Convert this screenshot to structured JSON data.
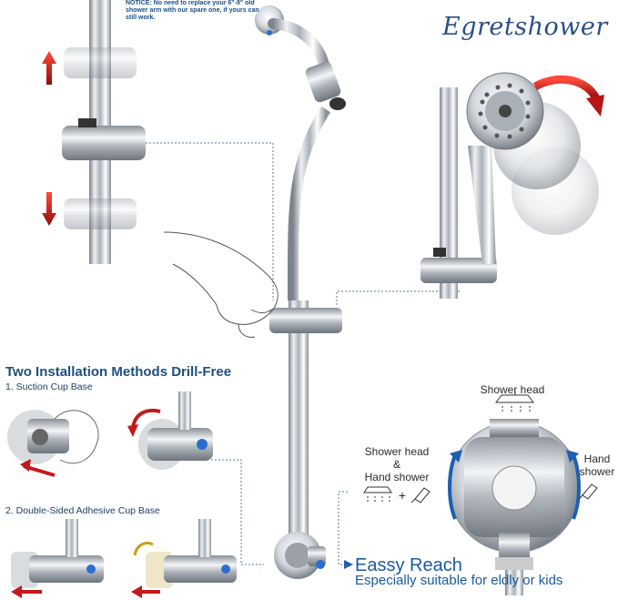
{
  "brand": "Egretshower",
  "notice": "NOTICE: No need to replace your 6\"-8\" old shower arm with our spare one, if yours can still work.",
  "installation": {
    "title": "Two Installation Methods Drill-Free",
    "method1": "1. Suction Cup Base",
    "method2": "2. Double-Sided Adhesive Cup Base"
  },
  "diverter": {
    "top_label": "Shower head",
    "left_label_line1": "Shower head",
    "left_label_line2": "&",
    "left_label_line3": "Hand shower",
    "right_label_line1": "Hand",
    "right_label_line2": "shower",
    "plus": "+"
  },
  "easy_reach": {
    "title": "Eassy Reach",
    "subtitle": "Especially suitable for eldly or kids"
  },
  "colors": {
    "accent_blue": "#1b5aa0",
    "brand_blue": "#2b4f86",
    "arrow_red": "#d41c1c",
    "chrome": "#c8ccd2"
  }
}
